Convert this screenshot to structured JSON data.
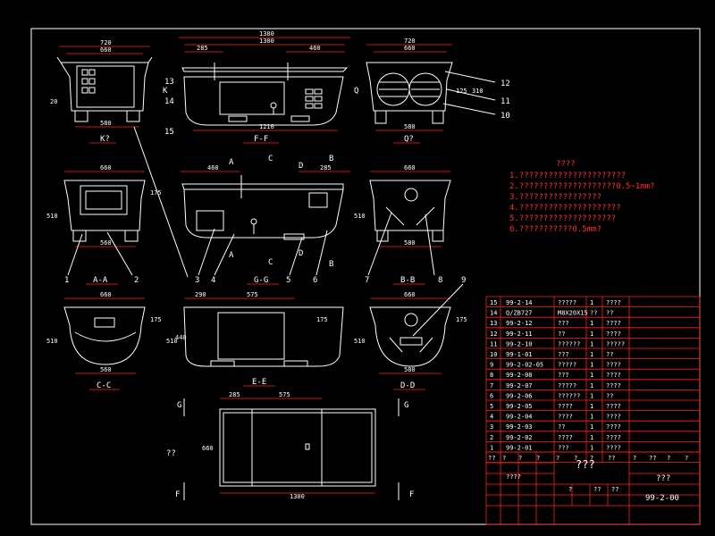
{
  "views": {
    "k": {
      "label": "K?",
      "dims": [
        "720",
        "660",
        "580",
        "20"
      ]
    },
    "ff": {
      "label": "F-F",
      "dims": [
        "1380",
        "1300",
        "285",
        "460",
        "1210"
      ],
      "callouts": [
        "13",
        "14",
        "15"
      ],
      "k_mark": "K",
      "q_mark": "Q"
    },
    "q": {
      "label": "Q?",
      "dims": [
        "720",
        "660",
        "580",
        "12",
        "11",
        "10",
        "125",
        "310"
      ]
    },
    "aa": {
      "label": "A-A",
      "dims": [
        "660",
        "510",
        "175",
        "560"
      ],
      "callouts": [
        "1",
        "2"
      ]
    },
    "gg": {
      "label": "G-G",
      "dims": [
        "460",
        "285"
      ],
      "callouts": [
        "3",
        "4",
        "5",
        "6"
      ],
      "marks": [
        "A",
        "C",
        "D",
        "B",
        "A",
        "C",
        "D",
        "B"
      ]
    },
    "bb": {
      "label": "B-B",
      "dims": [
        "660",
        "510",
        "580"
      ],
      "callouts": [
        "7",
        "8"
      ]
    },
    "cc": {
      "label": "C-C",
      "dims": [
        "660",
        "510",
        "175",
        "560"
      ]
    },
    "ee": {
      "label": "E-E",
      "dims": [
        "290",
        "575",
        "175",
        "510",
        "440"
      ]
    },
    "dd": {
      "label": "D-D",
      "dims": [
        "660",
        "510",
        "175",
        "580"
      ],
      "callouts": [
        "9"
      ]
    },
    "plan": {
      "dims": [
        "285",
        "575",
        "1300",
        "660"
      ],
      "side": "??",
      "marks": [
        "G",
        "G",
        "F",
        "F"
      ]
    }
  },
  "notes": {
    "title": "????",
    "items": [
      "1.??????????????????????",
      "2.????????????????????0.5~1mm?",
      "3.?????????????????",
      "4.?????????????????????",
      "5.????????????????????",
      "6.???????????0.5mm?"
    ]
  },
  "bom": {
    "rows": [
      [
        "15",
        "99-2-14",
        "?????",
        "1",
        "????"
      ],
      [
        "14",
        "Q/ZB727",
        "M8X20X15",
        "??",
        "??"
      ],
      [
        "13",
        "99-2-12",
        "???",
        "1",
        "????"
      ],
      [
        "12",
        "99-2-11",
        "??",
        "1",
        "????"
      ],
      [
        "11",
        "99-2-10",
        "??????",
        "1",
        "?????"
      ],
      [
        "10",
        "99-1-01",
        "???",
        "1",
        "??"
      ],
      [
        "9",
        "99-2-02-05",
        "?????",
        "1",
        "????"
      ],
      [
        "8",
        "99-2-08",
        "???",
        "1",
        "????"
      ],
      [
        "7",
        "99-2-07",
        "?????",
        "1",
        "????"
      ],
      [
        "6",
        "99-2-06",
        "??????",
        "1",
        "??"
      ],
      [
        "5",
        "99-2-05",
        "????",
        "1",
        "????"
      ],
      [
        "4",
        "99-2-04",
        "????",
        "1",
        "????"
      ],
      [
        "3",
        "99-2-03",
        "??",
        "1",
        "????"
      ],
      [
        "2",
        "99-2-02",
        "????",
        "1",
        "????"
      ],
      [
        "1",
        "99-2-01",
        "???",
        "1",
        "????"
      ]
    ],
    "header": [
      "??",
      "?",
      "?",
      "?",
      "?",
      "?",
      "?",
      "??",
      "?",
      "??",
      "?",
      "?"
    ]
  },
  "title_block": {
    "name": "???",
    "unit": "???",
    "drawing_no": "99-2-00",
    "small": [
      "????",
      "?",
      "??",
      "??"
    ]
  }
}
